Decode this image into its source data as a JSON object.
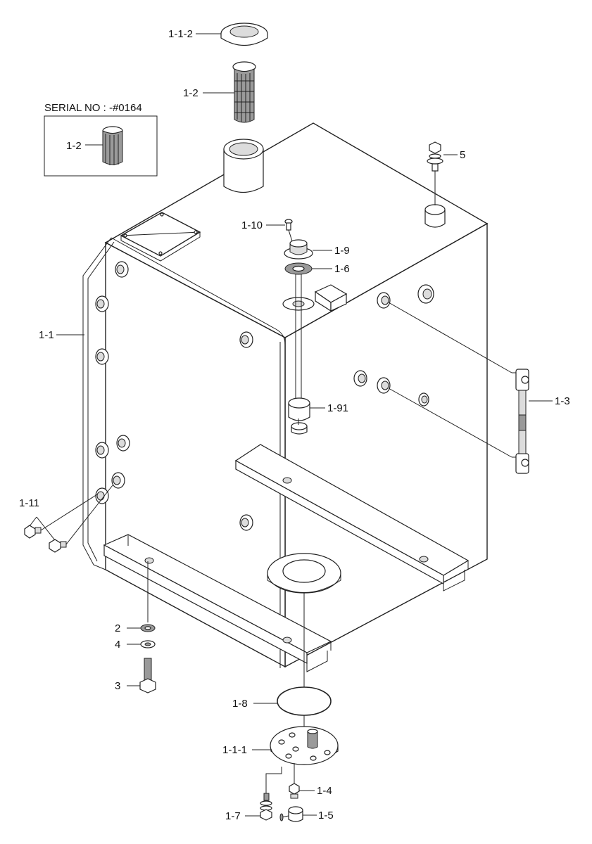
{
  "serial_note": "SERIAL NO : -#0164",
  "labels": {
    "l_1_1_2": "1-1-2",
    "l_1_2": "1-2",
    "l_1_2_serial": "1-2",
    "l_5": "5",
    "l_1_10": "1-10",
    "l_1_9": "1-9",
    "l_1_6": "1-6",
    "l_1_1": "1-1",
    "l_1_3": "1-3",
    "l_1_91": "1-91",
    "l_1_11": "1-11",
    "l_2": "2",
    "l_4": "4",
    "l_3": "3",
    "l_1_8": "1-8",
    "l_1_1_1": "1-1-1",
    "l_1_4": "1-4",
    "l_1_7": "1-7",
    "l_1_5": "1-5"
  }
}
